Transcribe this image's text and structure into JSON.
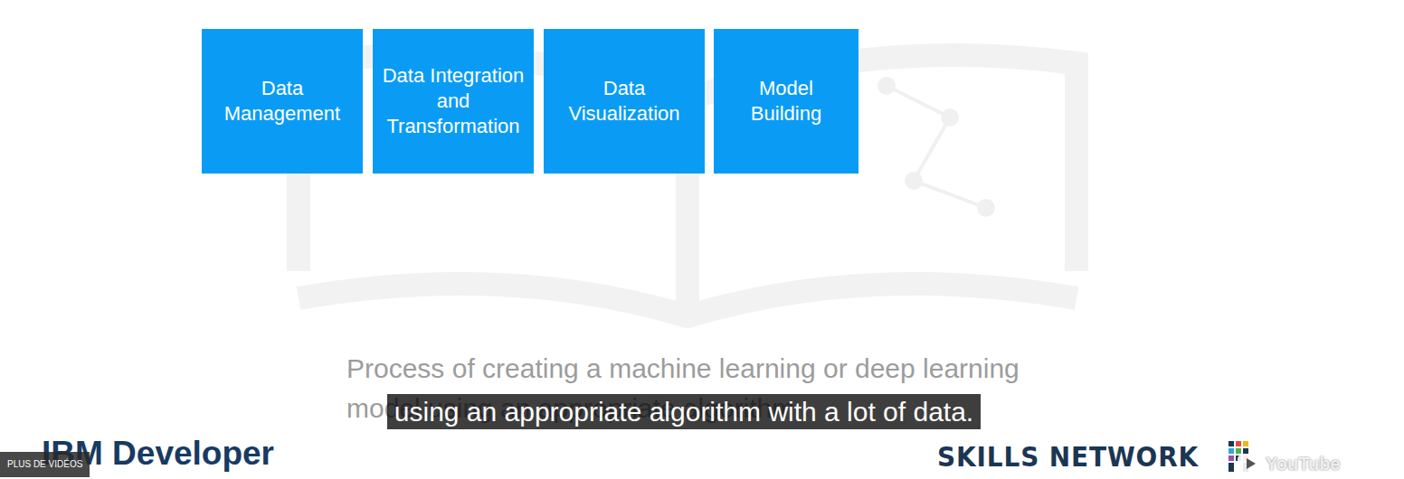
{
  "diagram": {
    "nodes": [
      {
        "text": [
          "Data Management"
        ]
      },
      {
        "text": [
          "Data Integration and Transformation"
        ]
      },
      {
        "text": [
          "Data Visualization"
        ]
      },
      {
        "text": [
          "Model Building"
        ]
      }
    ],
    "labels": [
      "Process of creating a machine learning or deep learning model using an appropriate algorithm",
      "using an appropriate algorithm with a lot of data.",
      "IBM Developer",
      "PLUS DE VIDÉOS",
      "SKILLS NETWORK",
      "YouTube"
    ]
  }
}
